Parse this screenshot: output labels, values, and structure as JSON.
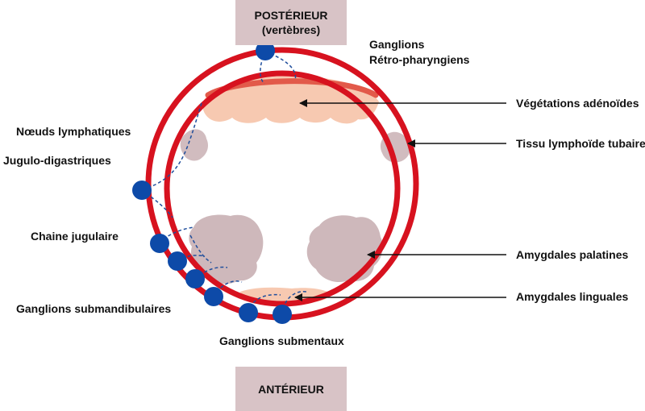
{
  "orientation": {
    "top_line1": "POSTÉRIEUR",
    "top_line2": "(vertèbres)",
    "bottom": "ANTÉRIEUR"
  },
  "labels": {
    "retro_line1": "Ganglions",
    "retro_line2": "Rétro-pharyngiens",
    "nodes_line1": "Nœuds lymphatiques",
    "nodes_line2": "Jugulo-digastriques",
    "jugular_chain": "Chaine jugulaire",
    "submandibular": "Ganglions submandibulaires",
    "submental": "Ganglions submentaux",
    "adenoids": "Végétations adénoïdes",
    "tubal": "Tissu lymphoïde tubaire",
    "palatine": "Amygdales palatines",
    "lingual": "Amygdales linguales"
  },
  "colors": {
    "ring": "#d7121f",
    "node": "#0d4aa8",
    "lymph_tissue": "#c9b0b4",
    "adenoid_fill": "#f7c9b1",
    "orientation_box": "#d8c3c6",
    "arrow": "#111111",
    "vessel": "#1f4e9c"
  }
}
